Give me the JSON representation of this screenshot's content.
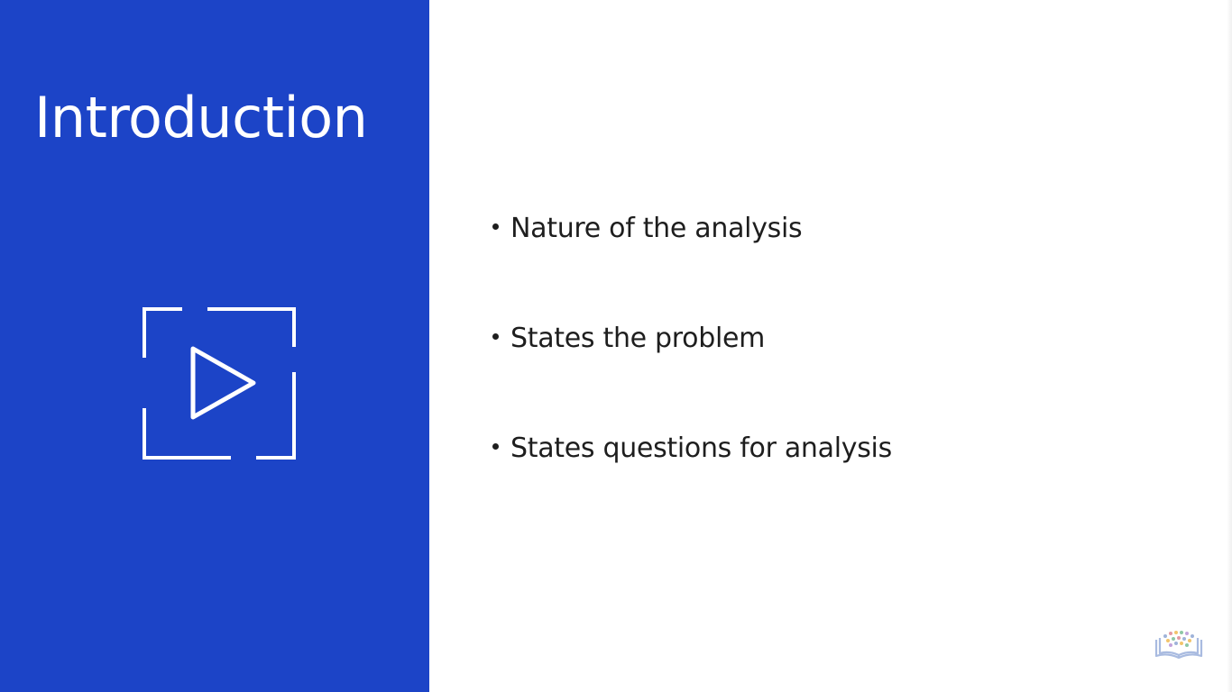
{
  "slide": {
    "title": "Introduction",
    "bullets": [
      "Nature of the analysis",
      "States the problem",
      "States questions for analysis"
    ]
  },
  "icons": {
    "main": "play-frame-icon",
    "logo": "open-book-logo-icon"
  },
  "colors": {
    "panel_background": "#1c44c7",
    "page_background": "#ffffff",
    "title_text": "#ffffff",
    "bullet_text": "#1e1e1e"
  }
}
